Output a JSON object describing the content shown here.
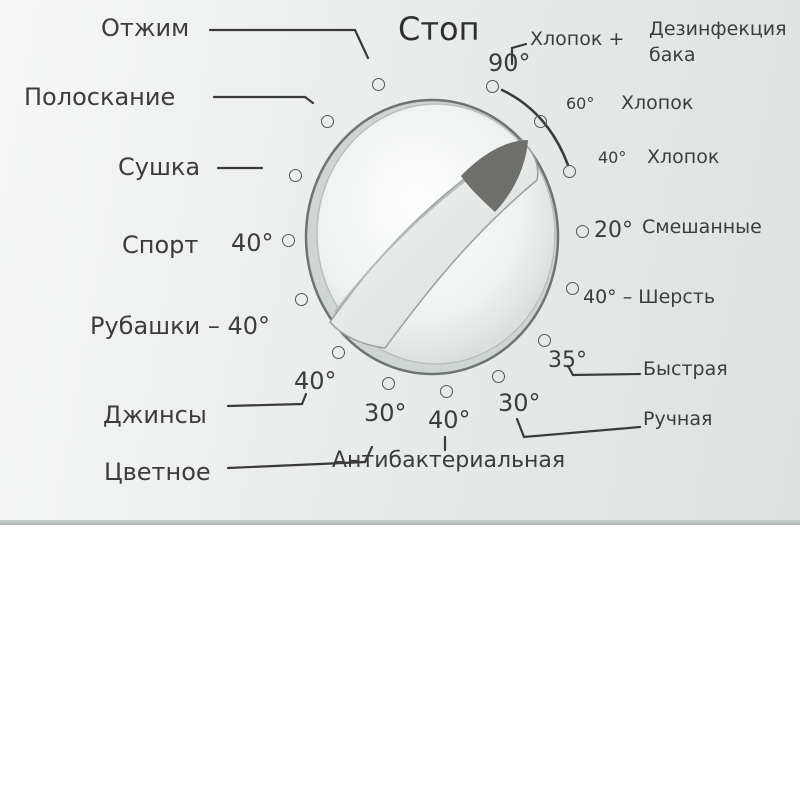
{
  "programs": {
    "stop": "Стоп",
    "spin": "Отжим",
    "rinse": "Полоскание",
    "dry": "Сушка",
    "sport": "Спорт",
    "sport_temp": "40°",
    "shirts": "Рубашки – 40°",
    "jeans": "Джинсы",
    "jeans_temp": "40°",
    "color": "Цветное",
    "color_temp": "30°",
    "antibac": "Антибактериальная",
    "antibac_temp": "40°",
    "hand": "Ручная",
    "hand_temp": "30°",
    "quick": "Быстрая",
    "quick_temp": "35°",
    "wool": "40° – Шерсть",
    "mixed_temp": "20°",
    "mixed": "Смешанные",
    "cotton40_temp": "40°",
    "cotton40": "Хлопок",
    "cotton60_temp": "60°",
    "cotton60": "Хлопок",
    "cotton90_temp": "90°",
    "cotton90": "Хлопок +",
    "disinfection_1": "Дезинфекция",
    "disinfection_2": "бака"
  },
  "colors": {
    "panel": "#e8ecea",
    "text": "#3c3c3c",
    "dial_pointer": "#6f706c"
  }
}
